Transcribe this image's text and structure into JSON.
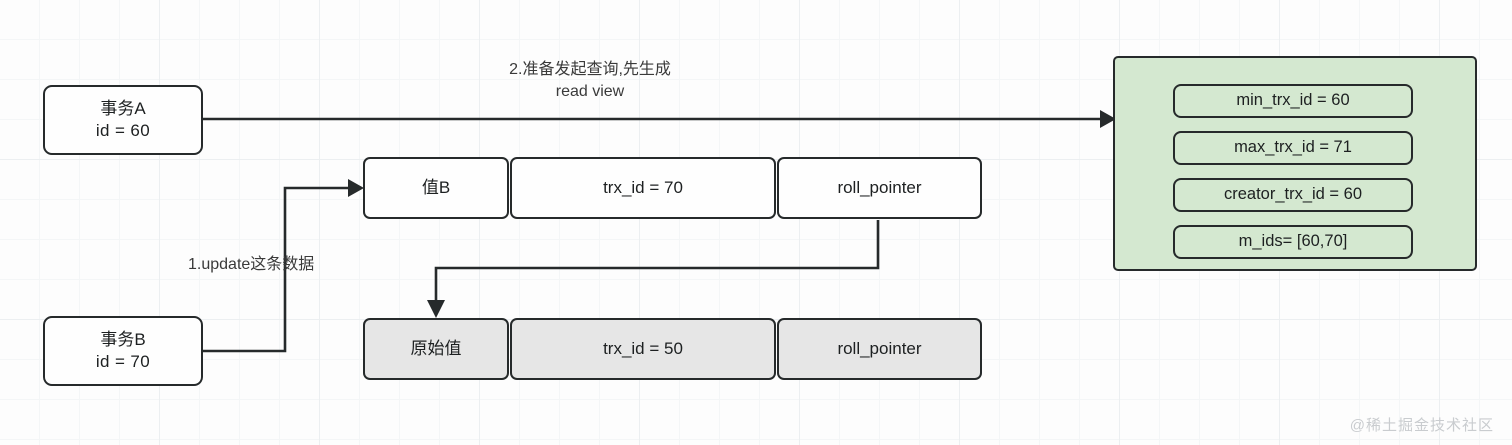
{
  "diagram": {
    "title": "MVCC read view diagram",
    "colors": {
      "node_border": "#262a2b",
      "readview_fill": "#d4e8d0",
      "old_row_fill": "#e6e6e6",
      "new_row_fill": "#fefefe",
      "grid": "#eceff1",
      "watermark": "#c9cccf"
    }
  },
  "transactions": [
    {
      "name": "事务A",
      "id_text": "id = 60"
    },
    {
      "name": "事务B",
      "id_text": "id = 70"
    }
  ],
  "rows": [
    {
      "style": "current",
      "cells": [
        {
          "label": "值B"
        },
        {
          "label": "trx_id = 70"
        },
        {
          "label": "roll_pointer"
        }
      ]
    },
    {
      "style": "undo",
      "cells": [
        {
          "label": "原始值"
        },
        {
          "label": "trx_id = 50"
        },
        {
          "label": "roll_pointer"
        }
      ]
    }
  ],
  "read_view": {
    "items": [
      {
        "label": "min_trx_id = 60"
      },
      {
        "label": "max_trx_id = 71"
      },
      {
        "label": "creator_trx_id = 60"
      },
      {
        "label": "m_ids= [60,70]"
      }
    ]
  },
  "labels": {
    "step1": "1.update这条数据",
    "step2": "2.准备发起查询,先生成\nread view"
  },
  "watermark": "@稀土掘金技术社区"
}
